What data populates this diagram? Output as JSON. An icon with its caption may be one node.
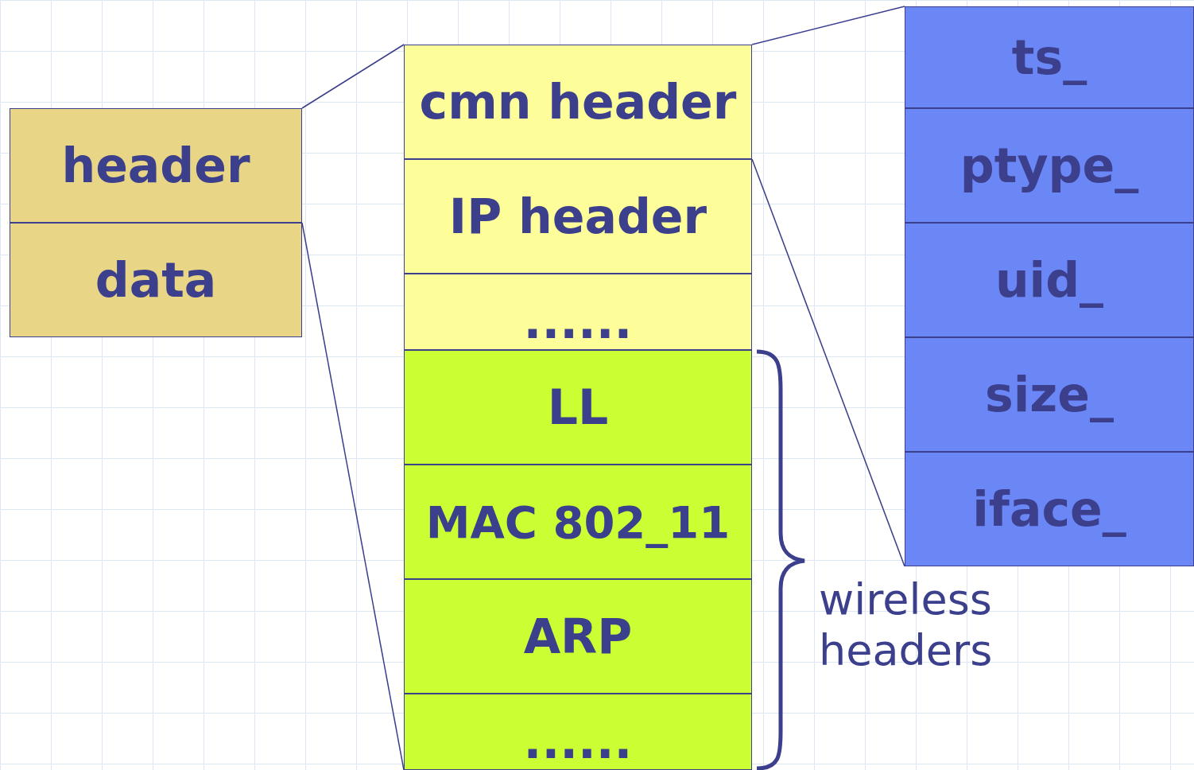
{
  "diagram": {
    "nodes": [
      {
        "text": [
          "header"
        ]
      },
      {
        "text": [
          "data"
        ]
      },
      {
        "text": [
          "cmn header"
        ]
      },
      {
        "text": [
          "IP header"
        ]
      },
      {
        "text": [
          "......"
        ]
      },
      {
        "text": [
          "LL"
        ]
      },
      {
        "text": [
          "MAC 802_11"
        ]
      },
      {
        "text": [
          "ARP"
        ]
      },
      {
        "text": [
          "......"
        ]
      },
      {
        "text": [
          "ts_"
        ]
      },
      {
        "text": [
          "ptype_"
        ]
      },
      {
        "text": [
          "uid_"
        ]
      },
      {
        "text": [
          "size_"
        ]
      },
      {
        "text": [
          "iface_"
        ]
      }
    ],
    "edges": [
      {
        "from": 0,
        "to": 2,
        "arrow": "none"
      },
      {
        "from": 1,
        "to": 8,
        "arrow": "none"
      },
      {
        "from": 2,
        "to": 9,
        "arrow": "none"
      },
      {
        "from": 2,
        "to": 13,
        "arrow": "none"
      }
    ],
    "labels": [
      "wireless headers"
    ]
  }
}
